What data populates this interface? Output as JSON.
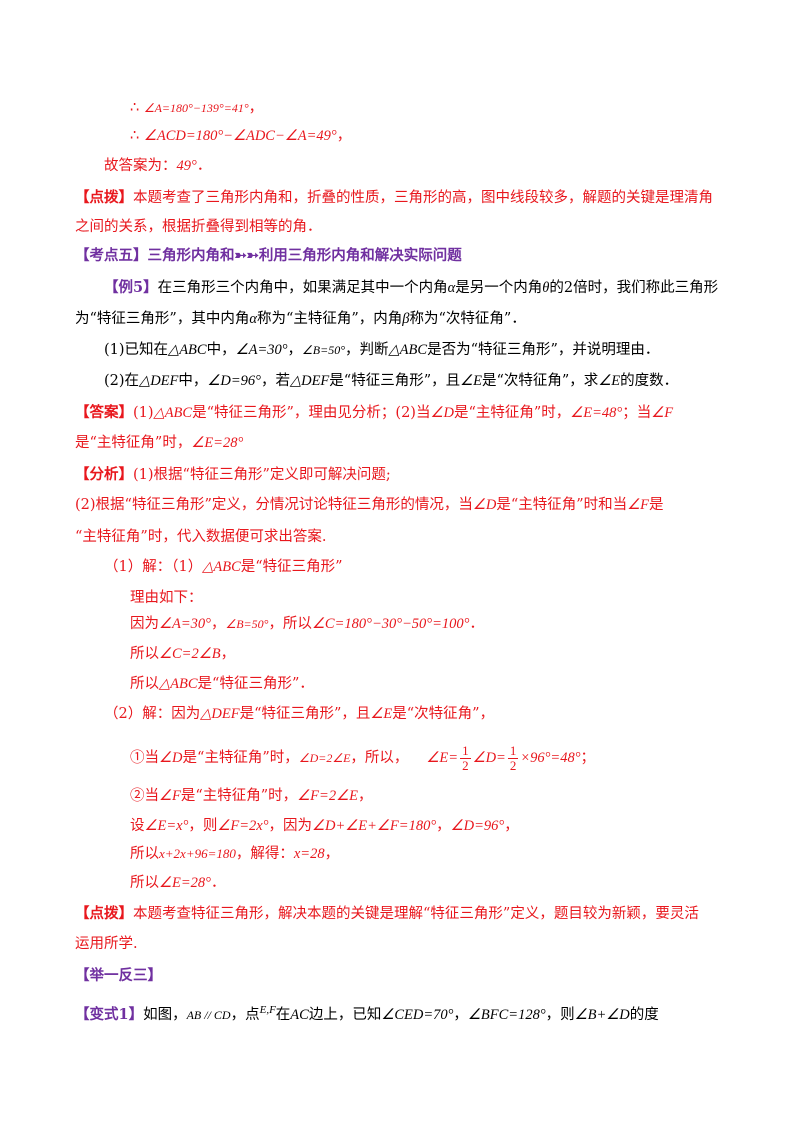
{
  "lines": {
    "l1_prefix": "∴",
    "l1_math": "∠A=180°−139°=41°",
    "l1_end": "，",
    "l2_prefix": "∴",
    "l2_math": "∠ACD=180°−∠ADC−∠A=49°",
    "l2_end": "，",
    "l3_text": "故答案为：",
    "l3_math": "49°",
    "l3_end": "．",
    "l4_tag": "【点拨】",
    "l4_text": "本题考查了三角形内角和，折叠的性质，三角形的高，图中线段较多，解题的关键是理清角",
    "l5_text": "之间的关系，根据折叠得到相等的角．",
    "l6_tag": "【考点五】",
    "l6_text1": "三角形内角和",
    "l6_arrows": "➳➳",
    "l6_text2": "利用三角形内角和解决实际问题",
    "l7_tag": "【例5】",
    "l7_text1": "在三角形三个内角中，如果满足其中一个内角",
    "l7_alpha": "α",
    "l7_text2": "是另一个内角",
    "l7_theta": "θ",
    "l7_text3": "的2倍时，我们称此三角形",
    "l8_text1": "为“特征三角形”，其中内角",
    "l8_alpha": "α",
    "l8_text2": "称为“主特征角”，内角",
    "l8_beta": "β",
    "l8_text3": "称为“次特征角”．",
    "l9_a": "(1)已知在",
    "l9_m1": "△ABC",
    "l9_b": "中，",
    "l9_m2": "∠A=30°",
    "l9_c": "，",
    "l9_m3": "∠B=50°",
    "l9_d": "，判断",
    "l9_m4": "△ABC",
    "l9_e": "是否为“特征三角形”，并说明理由．",
    "l10_a": "(2)在",
    "l10_m1": "△DEF",
    "l10_b": "中，",
    "l10_m2": "∠D=96°",
    "l10_c": "，若",
    "l10_m3": "△DEF",
    "l10_d": "是“特征三角形”，且",
    "l10_m4": "∠E",
    "l10_e": "是“次特征角”，求",
    "l10_m5": "∠E",
    "l10_f": "的度数．",
    "l11_tag": "【答案】",
    "l11_a": "(1)",
    "l11_m1": "△ABC",
    "l11_b": "是“特征三角形”，理由见分析；(2)当",
    "l11_m2": "∠D",
    "l11_c": "是“主特征角”时，",
    "l11_m3": "∠E=48°",
    "l11_d": "；当",
    "l11_m4": "∠F",
    "l12_a": "是“主特征角”时，",
    "l12_m1": "∠E=28°",
    "l13_tag": "【分析】",
    "l13_text": "(1)根据“特征三角形”定义即可解决问题;",
    "l14_a": "(2)根据“特征三角形”定义，分情况讨论特征三角形的情况，当",
    "l14_m1": "∠D",
    "l14_b": "是“主特征角”时和当",
    "l14_m2": "∠F",
    "l14_c": "是",
    "l15_text": "“主特征角”时，代入数据便可求出答案.",
    "l16_a": "（1）解：（1）",
    "l16_m1": "△ABC",
    "l16_b": "是“特征三角形”",
    "l17_text": "理由如下：",
    "l18_a": "因为",
    "l18_m1": "∠A=30°",
    "l18_b": "，",
    "l18_m2": "∠B=50°",
    "l18_c": "，所以",
    "l18_m3": "∠C=180°−30°−50°=100°",
    "l18_d": "．",
    "l19_a": "所以",
    "l19_m1": "∠C=2∠B",
    "l19_b": "，",
    "l20_a": "所以",
    "l20_m1": "△ABC",
    "l20_b": "是“特征三角形”．",
    "l21_a": "（2）解：因为",
    "l21_m1": "△DEF",
    "l21_b": "是“特征三角形”，且",
    "l21_m2": "∠E",
    "l21_c": "是“次特征角”，",
    "l22_a": "①当",
    "l22_m1": "∠D",
    "l22_b": "是“主特征角”时，",
    "l22_m2": "∠D=2∠E",
    "l22_c": "，所以，",
    "l22_m3": "∠E=",
    "l22_f1n": "1",
    "l22_f1d": "2",
    "l22_m4": "∠D=",
    "l22_f2n": "1",
    "l22_f2d": "2",
    "l22_m5": "×96°=48°",
    "l22_d": "；",
    "l23_a": "②当",
    "l23_m1": "∠F",
    "l23_b": "是“主特征角”时，",
    "l23_m2": "∠F=2∠E",
    "l23_c": "，",
    "l24_a": "设",
    "l24_m1": "∠E=x°",
    "l24_b": "，则",
    "l24_m2": "∠F=2x°",
    "l24_c": "，因为",
    "l24_m3": "∠D+∠E+∠F=180°",
    "l24_d": "，",
    "l24_m4": "∠D=96°",
    "l24_e": "，",
    "l25_a": "所以",
    "l25_m1": "x+2x+96=180",
    "l25_b": "，解得：",
    "l25_m2": "x=28",
    "l25_c": "，",
    "l26_a": "所以",
    "l26_m1": "∠E=28°",
    "l26_b": "．",
    "l27_tag": "【点拨】",
    "l27_text": "本题考查特征三角形，解决本题的关键是理解“特征三角形”定义，题目较为新颖，要灵活",
    "l28_text": "运用所学.",
    "l29_tag": "【举一反三】",
    "l30_tag": "【变式1】",
    "l30_a": "如图，",
    "l30_m1": "AB // CD",
    "l30_b": "，点",
    "l30_m2": "E,F",
    "l30_c": "在",
    "l30_m3": "AC",
    "l30_d": "边上，已知",
    "l30_m4": "∠CED=70°",
    "l30_e": "，",
    "l30_m5": "∠BFC=128°",
    "l30_f": "，则",
    "l30_m6": "∠B+∠D",
    "l30_g": "的度"
  }
}
